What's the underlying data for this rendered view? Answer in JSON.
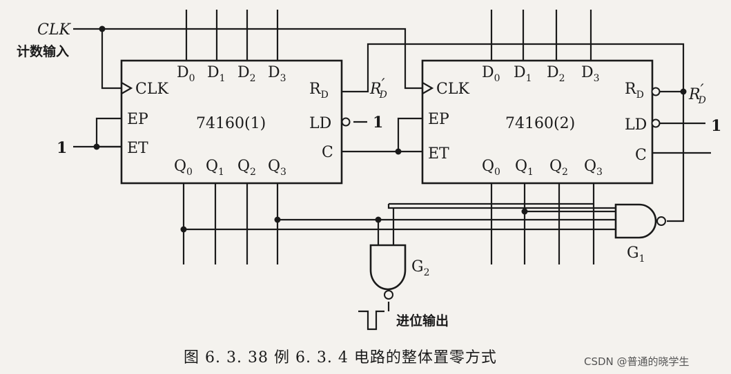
{
  "inputs": {
    "clk_label": "CLK",
    "count_input_label": "计数输入",
    "const_one": "1"
  },
  "counter1": {
    "name": "74160(1)",
    "pins": {
      "clk": "CLK",
      "ep": "EP",
      "et": "ET",
      "rd": "R",
      "rd_sub": "D",
      "ld": "LD",
      "c": "C",
      "d": "D",
      "q": "Q",
      "d_subs": [
        "0",
        "1",
        "2",
        "3"
      ],
      "q_subs": [
        "0",
        "1",
        "2",
        "3"
      ]
    },
    "ld_value": "1"
  },
  "counter2": {
    "name": "74160(2)",
    "pins": {
      "clk": "CLK",
      "ep": "EP",
      "et": "ET",
      "rd": "R",
      "rd_sub": "D",
      "ld": "LD",
      "c": "C",
      "d": "D",
      "q": "Q",
      "d_subs": [
        "0",
        "1",
        "2",
        "3"
      ],
      "q_subs": [
        "0",
        "1",
        "2",
        "3"
      ]
    },
    "ld_value": "1"
  },
  "signals": {
    "rd_prime": "R",
    "rd_prime_sub": "D",
    "rd_prime_mark": "′"
  },
  "gates": {
    "g1": "G",
    "g1_sub": "1",
    "g2": "G",
    "g2_sub": "2"
  },
  "carry_output_label": "进位输出",
  "caption": "图 6. 3. 38    例 6. 3. 4 电路的整体置零方式",
  "watermark": "CSDN @普通的晓学生"
}
